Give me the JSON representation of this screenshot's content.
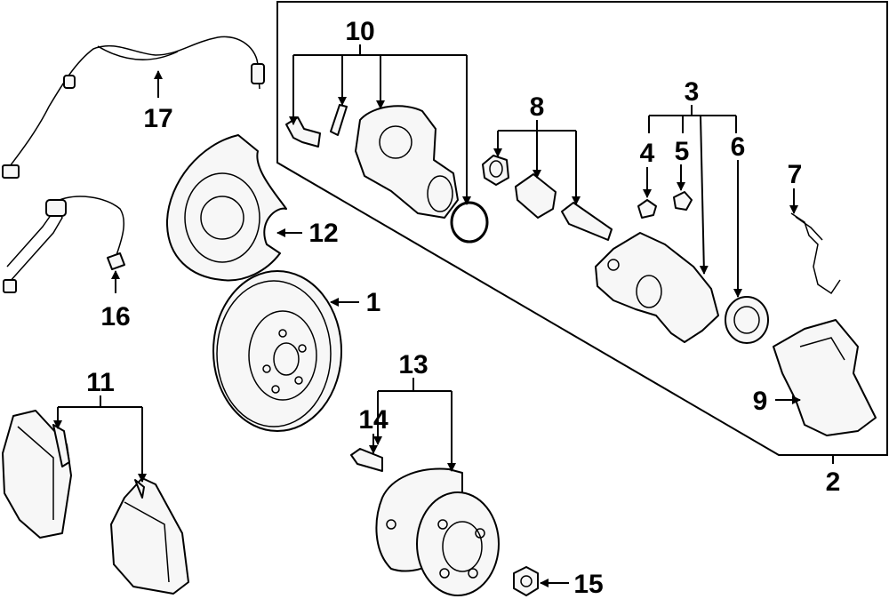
{
  "callouts": {
    "c1": "1",
    "c2": "2",
    "c3": "3",
    "c4": "4",
    "c5": "5",
    "c6": "6",
    "c7": "7",
    "c8": "8",
    "c9": "9",
    "c10": "10",
    "c11": "11",
    "c12": "12",
    "c13": "13",
    "c14": "14",
    "c15": "15",
    "c16": "16",
    "c17": "17"
  },
  "colors": {
    "ink": "#000000",
    "paper": "#ffffff",
    "part_fill": "#f7f7f7"
  }
}
